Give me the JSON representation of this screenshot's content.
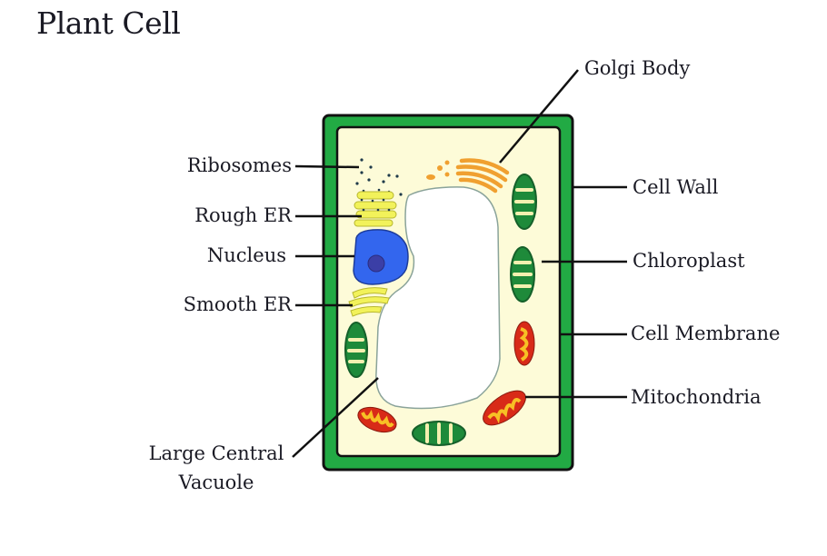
{
  "title": "Plant Cell",
  "colors": {
    "cell_wall": "#22aa44",
    "cytoplasm": "#fdfbd8",
    "vacuole": "#ffffff",
    "nucleus": "#3366ee",
    "nucleolus": "#3b3fa6",
    "er": "#f2f25a",
    "golgi": "#f0a030",
    "chloroplast": "#1e8a3a",
    "mitochondria_outer": "#d82a18",
    "mitochondria_inner": "#f7c025"
  },
  "labels": {
    "golgi_body": "Golgi Body",
    "ribosomes": "Ribosomes",
    "cell_wall": "Cell Wall",
    "rough_er": "Rough ER",
    "nucleus": "Nucleus",
    "chloroplast": "Chloroplast",
    "smooth_er": "Smooth ER",
    "cell_membrane": "Cell Membrane",
    "mitochondria": "Mitochondria",
    "vacuole_line1": "Large Central",
    "vacuole_line2": "Vacuole"
  }
}
